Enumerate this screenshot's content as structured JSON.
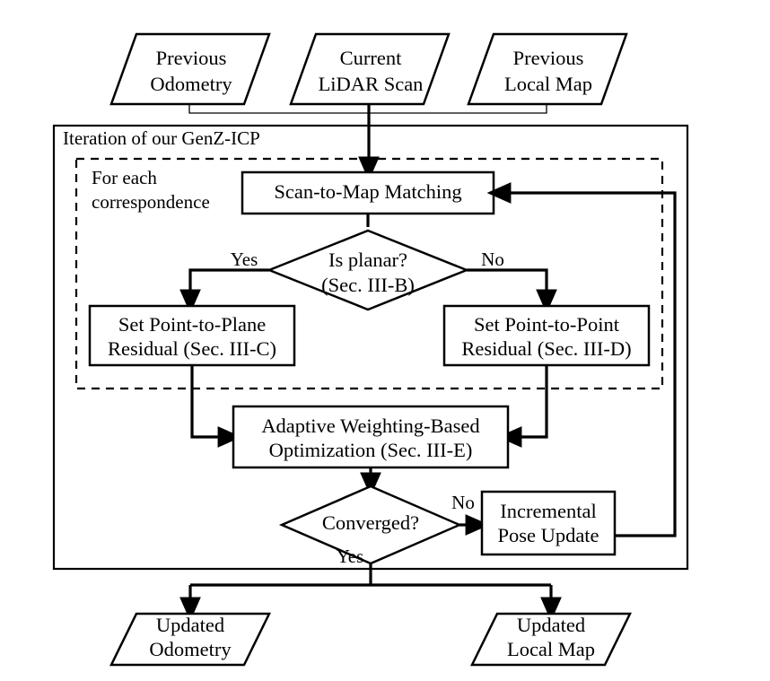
{
  "diagram": {
    "title": "GenZ-ICP iteration flowchart",
    "colors": {
      "stroke": "#000000",
      "fill": "#ffffff",
      "thin_stroke": "#3a3a3a"
    }
  },
  "inputs": [
    {
      "id": "previous-odometry",
      "line1": "Previous",
      "line2": "Odometry"
    },
    {
      "id": "current-lidar-scan",
      "line1": "Current",
      "line2": "LiDAR Scan"
    },
    {
      "id": "previous-local-map",
      "line1": "Previous",
      "line2": "Local Map"
    }
  ],
  "groups": {
    "outer": {
      "label": "Iteration of our GenZ-ICP"
    },
    "inner": {
      "label_line1": "For each",
      "label_line2": "correspondence"
    }
  },
  "nodes": {
    "scan_to_map": {
      "line1": "Scan-to-Map Matching"
    },
    "is_planar": {
      "line1": "Is planar?",
      "line2": "(Sec. III-B)"
    },
    "point_to_plane": {
      "line1": "Set Point-to-Plane",
      "line2": "Residual (Sec. III-C)"
    },
    "point_to_point": {
      "line1": "Set Point-to-Point",
      "line2": "Residual (Sec. III-D)"
    },
    "optimization": {
      "line1": "Adaptive Weighting-Based",
      "line2": "Optimization (Sec. III-E)"
    },
    "converged": {
      "line1": "Converged?"
    },
    "pose_update": {
      "line1": "Incremental",
      "line2": "Pose Update"
    }
  },
  "edge_labels": {
    "planar_yes": "Yes",
    "planar_no": "No",
    "converged_no": "No",
    "converged_yes": "Yes"
  },
  "outputs": [
    {
      "id": "updated-odometry",
      "line1": "Updated",
      "line2": "Odometry"
    },
    {
      "id": "updated-local-map",
      "line1": "Updated",
      "line2": "Local Map"
    }
  ]
}
